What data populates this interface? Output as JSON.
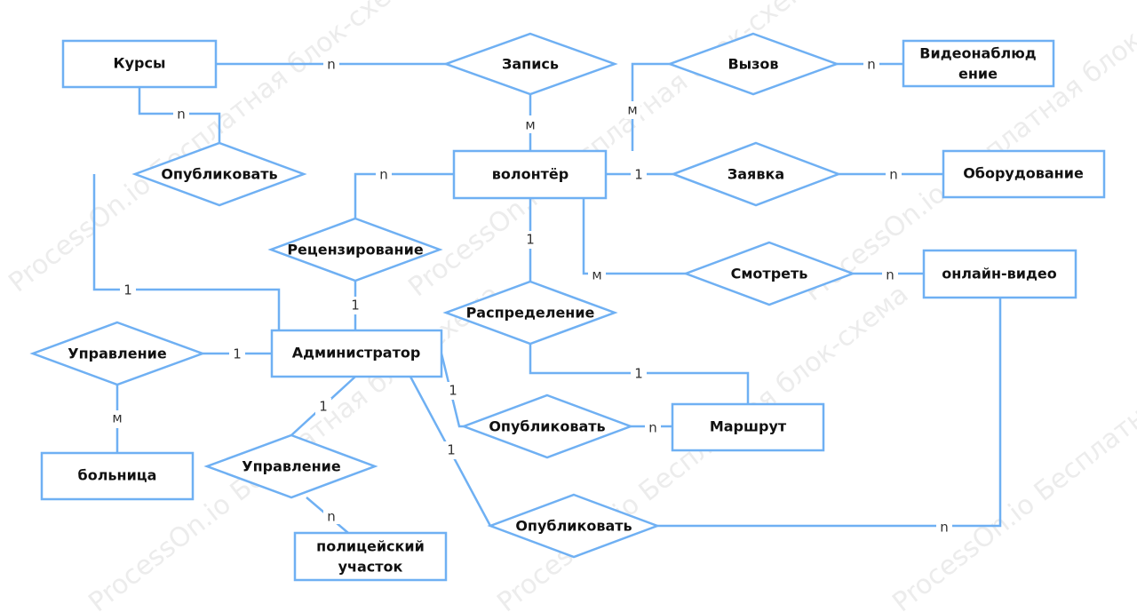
{
  "colors": {
    "stroke": "#6fb0f3",
    "text": "#111111",
    "watermark": "#d6d6d6"
  },
  "watermark": "ProcessOn.io Бесплатная блок-схема",
  "entities": {
    "kursy": "Курсы",
    "videonablyudenie_1": "Видеонаблюд",
    "videonablyudenie_2": "ение",
    "volonter": "волонтёр",
    "oborudovanie": "Оборудование",
    "onlain_video": "онлайн-видео",
    "administrator": "Администратор",
    "marshrut": "Маршрут",
    "bolnitsa": "больница",
    "politsiya_1": "полицейский",
    "politsiya_2": "участок"
  },
  "relations": {
    "zapis": "Запись",
    "vyzov": "Вызов",
    "opublikovat_kursy": "Опубликовать",
    "zayavka": "Заявка",
    "retsenzirovanie": "Рецензирование",
    "smotret": "Смотреть",
    "raspredelenie": "Распределение",
    "upravlenie_bolnitsa": "Управление",
    "opublikovat_marshrut": "Опубликовать",
    "upravlenie_politsiya": "Управление",
    "opublikovat_video": "Опубликовать"
  },
  "cardinalities": {
    "kursy_zapis": "n",
    "zapis_volonter": "м",
    "vyzov_video": "n",
    "vyzov_volonter": "м",
    "kursy_opublikovat": "n",
    "opublikovat_admin": "1",
    "volonter_retsenz": "n",
    "retsenz_admin": "1",
    "volonter_zayavka": "1",
    "zayavka_oborud": "n",
    "volonter_raspr": "1",
    "raspr_marshrut": "1",
    "volonter_smotret": "м",
    "smotret_video": "n",
    "admin_upravlenie": "1",
    "upravlenie_bolnitsa": "м",
    "admin_opubl_marshrut": "1",
    "opubl_marshrut_n": "n",
    "admin_upravlenie_pol": "1",
    "upravlenie_pol_n": "n",
    "admin_opubl_video": "1",
    "opubl_video_n": "n"
  }
}
